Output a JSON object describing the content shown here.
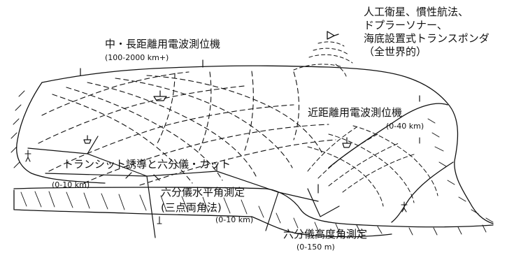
{
  "labels": {
    "satellite": [
      "人工衛星、慣性航法、",
      "ドプラーソナー、",
      "海底設置式トランスポンダ",
      "（全世界的）"
    ],
    "mid_long_title": "中・長距離用電波測位機",
    "mid_long_range": "(100-2000 km+)",
    "short_title": "近距離用電波測位機",
    "short_range": "(0-40 km)",
    "transit_title": "トランシット誘導と六分儀・カット",
    "transit_range": "(0-10 km)",
    "horizontal_title": "六分儀水平角測定",
    "horizontal_sub": "(三点両角法)",
    "horizontal_range": "(0-10 km)",
    "altitude_title": "六分儀高度角測定",
    "altitude_range": "(0-150 m)"
  }
}
